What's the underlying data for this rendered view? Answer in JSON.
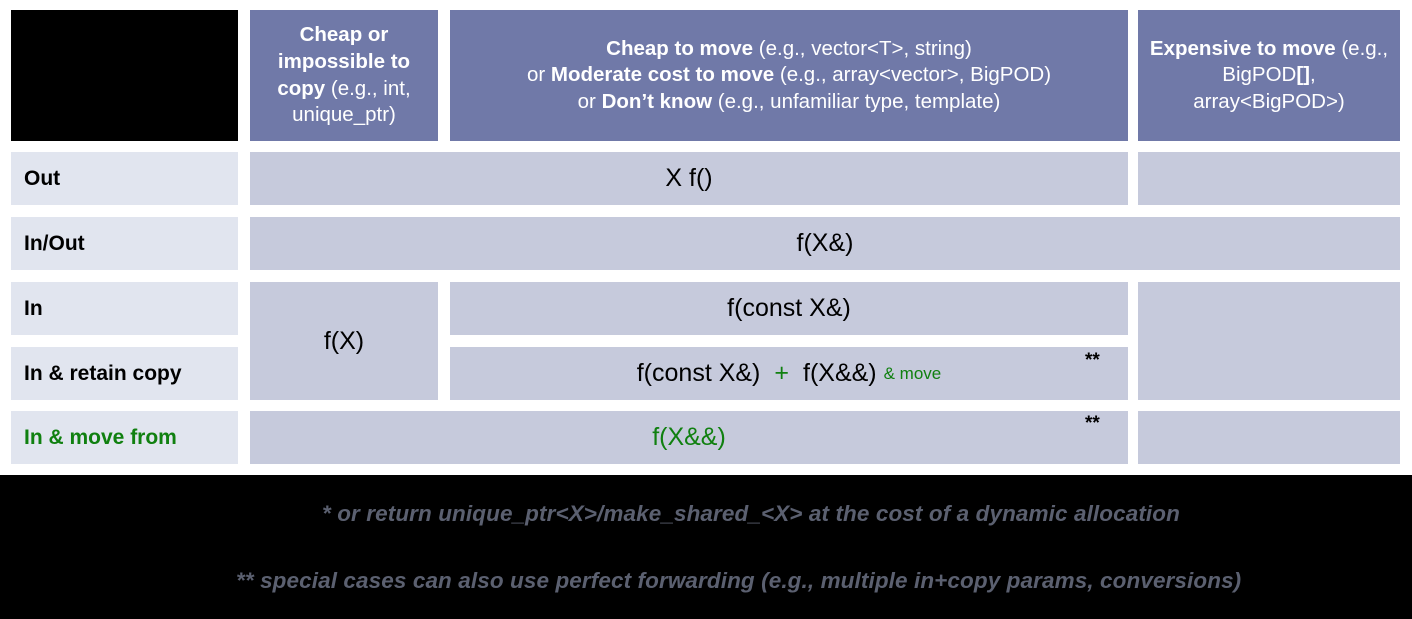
{
  "title": "C++ Parameter Passing Guidelines Table",
  "colors": {
    "header_bg": "#7079a8",
    "row_label_bg": "#e1e5ef",
    "data_bg": "#c6cadc",
    "green": "#108010",
    "footer_bg": "#000000",
    "note_text": "#5b6070"
  },
  "header": {
    "corner": "",
    "col_cheap_copy": {
      "strong1": "Cheap or impossible to copy",
      "rest1": " (e.g., int, unique_ptr)"
    },
    "col_cheap_move": {
      "line1_strong": "Cheap to move",
      "line1_rest": " (e.g., vector<T>, string)",
      "line2_pre": "or ",
      "line2_strong": "Moderate cost to move",
      "line2_rest": " (e.g., array<vector>, BigPOD)",
      "line3_pre": "or ",
      "line3_strong": "Don’t know",
      "line3_rest": " (e.g., unfamiliar type, template)"
    },
    "col_expensive_move": {
      "strong1": "Expensive to move",
      "rest1": " (e.g., BigPOD",
      "bold_bracket": "[]",
      "rest2": ", array<BigPOD>)"
    }
  },
  "rows": [
    {
      "label": "Out",
      "label_green": false,
      "value": "X f()"
    },
    {
      "label": "In/Out",
      "label_green": false,
      "value": "f(X&)"
    },
    {
      "label": "In",
      "label_green": false,
      "value": "f(const X&)"
    },
    {
      "label": "In & retain copy",
      "label_green": false,
      "value_a": "f(const X&)",
      "value_plus": "+",
      "value_b": "f(X&&)",
      "value_b_note": "& move"
    },
    {
      "label": "In & move from",
      "label_green": true,
      "value": "f(X&&)"
    }
  ],
  "cheap_copy_cell": "f(X)",
  "marks": {
    "double_star": "**"
  },
  "notes": {
    "note1": "* or return unique_ptr<X>/make_shared_<X> at the cost of a dynamic allocation",
    "note2": "** special cases can also use perfect forwarding (e.g., multiple in+copy params, conversions)"
  }
}
